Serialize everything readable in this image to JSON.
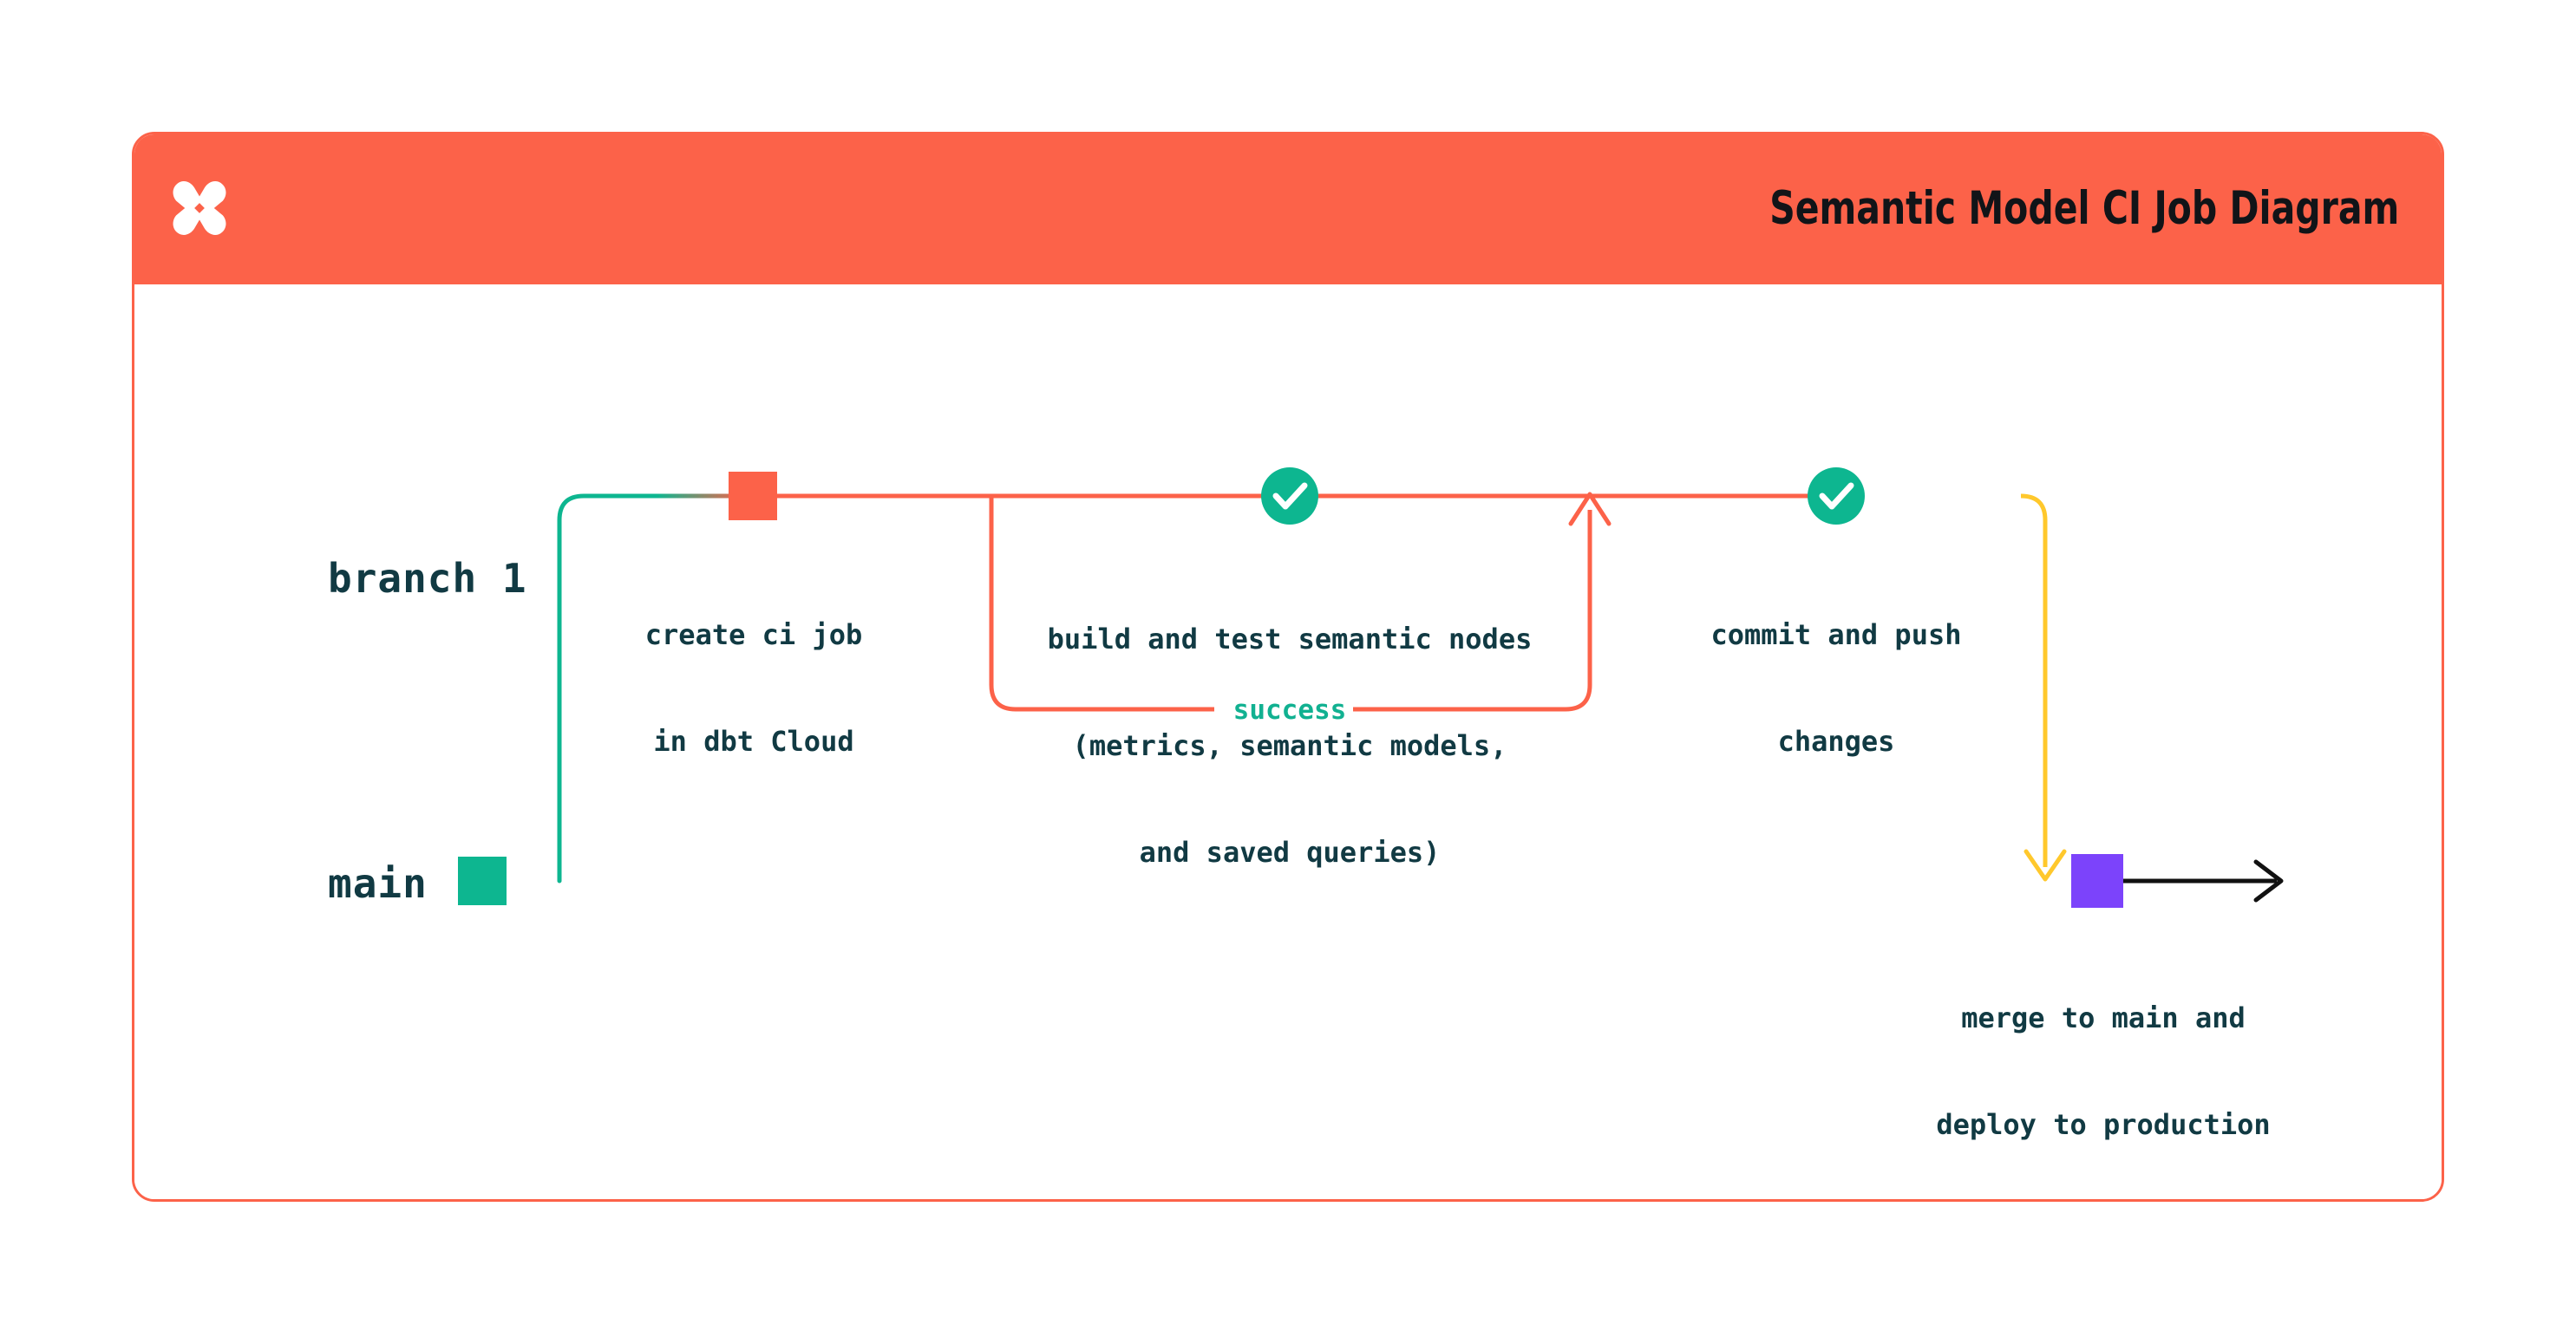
{
  "card": {
    "title": "Semantic Model CI Job Diagram",
    "logo_icon": "dbt-logo-icon"
  },
  "diagram": {
    "type": "git-branch-flow",
    "lanes": [
      {
        "id": "branch-1",
        "label": "branch 1",
        "color": "#FC6249"
      },
      {
        "id": "main",
        "label": "main",
        "color": "#0DB690"
      }
    ],
    "nodes": [
      {
        "id": "create-ci-job",
        "lane": "branch-1",
        "shape": "square",
        "color": "#FC6249",
        "label": "create ci job\nin dbt Cloud",
        "label_line_1": "create ci job",
        "label_line_2": "in dbt Cloud"
      },
      {
        "id": "build-and-test",
        "lane": "branch-1",
        "shape": "circle-check",
        "color": "#0DB690",
        "icon": "check-icon",
        "label_line_1": "build and test semantic nodes",
        "label_line_2": "(metrics, semantic models,",
        "label_line_3": "and saved queries)"
      },
      {
        "id": "commit-and-push",
        "lane": "branch-1",
        "shape": "circle-check",
        "color": "#0DB690",
        "icon": "check-icon",
        "label_line_1": "commit and push",
        "label_line_2": "changes"
      },
      {
        "id": "merge-to-main",
        "lane": "main",
        "shape": "square",
        "color": "#7C43FB",
        "label_line_1": "merge to main and",
        "label_line_2": "deploy to production"
      },
      {
        "id": "main-start",
        "lane": "main",
        "shape": "square",
        "color": "#0DB690",
        "label_line_1": ""
      }
    ],
    "edges": [
      {
        "id": "branch-out",
        "from": "main",
        "to": "branch-1",
        "color": "#0DB690"
      },
      {
        "id": "ci-loop",
        "from": "build-and-test",
        "to": "build-and-test",
        "label": "success",
        "color": "#FC6249",
        "label_color": "#11B191"
      },
      {
        "id": "merge-down",
        "from": "branch-1",
        "to": "main",
        "color": "#FFC82C"
      },
      {
        "id": "main-continue",
        "from": "merge-to-main",
        "to": "end",
        "color": "#111111",
        "arrow": true
      }
    ],
    "colors": {
      "orange": "#FC6249",
      "green": "#0DB690",
      "green_text": "#11B191",
      "yellow": "#FFC82C",
      "purple": "#7C43FB",
      "dark_text": "#113A43",
      "black": "#111111",
      "white": "#FFFFFF"
    }
  }
}
